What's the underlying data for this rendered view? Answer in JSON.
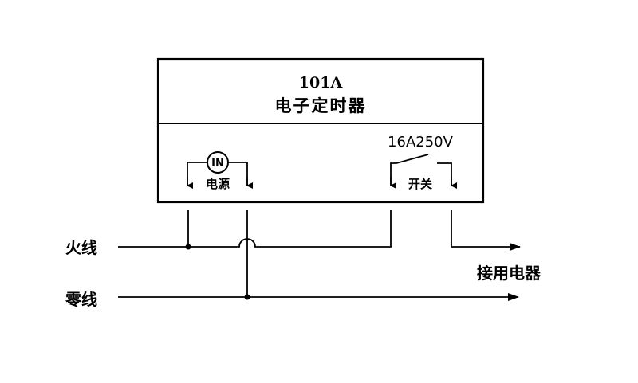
{
  "device": {
    "model": "101A",
    "name": "电子定时器"
  },
  "power_terminal": {
    "badge": "IN",
    "label": "电源"
  },
  "switch_terminal": {
    "rating": "16A250V",
    "label": "开关"
  },
  "wires": {
    "live": "火线",
    "neutral": "零线",
    "load": "接用电器"
  }
}
